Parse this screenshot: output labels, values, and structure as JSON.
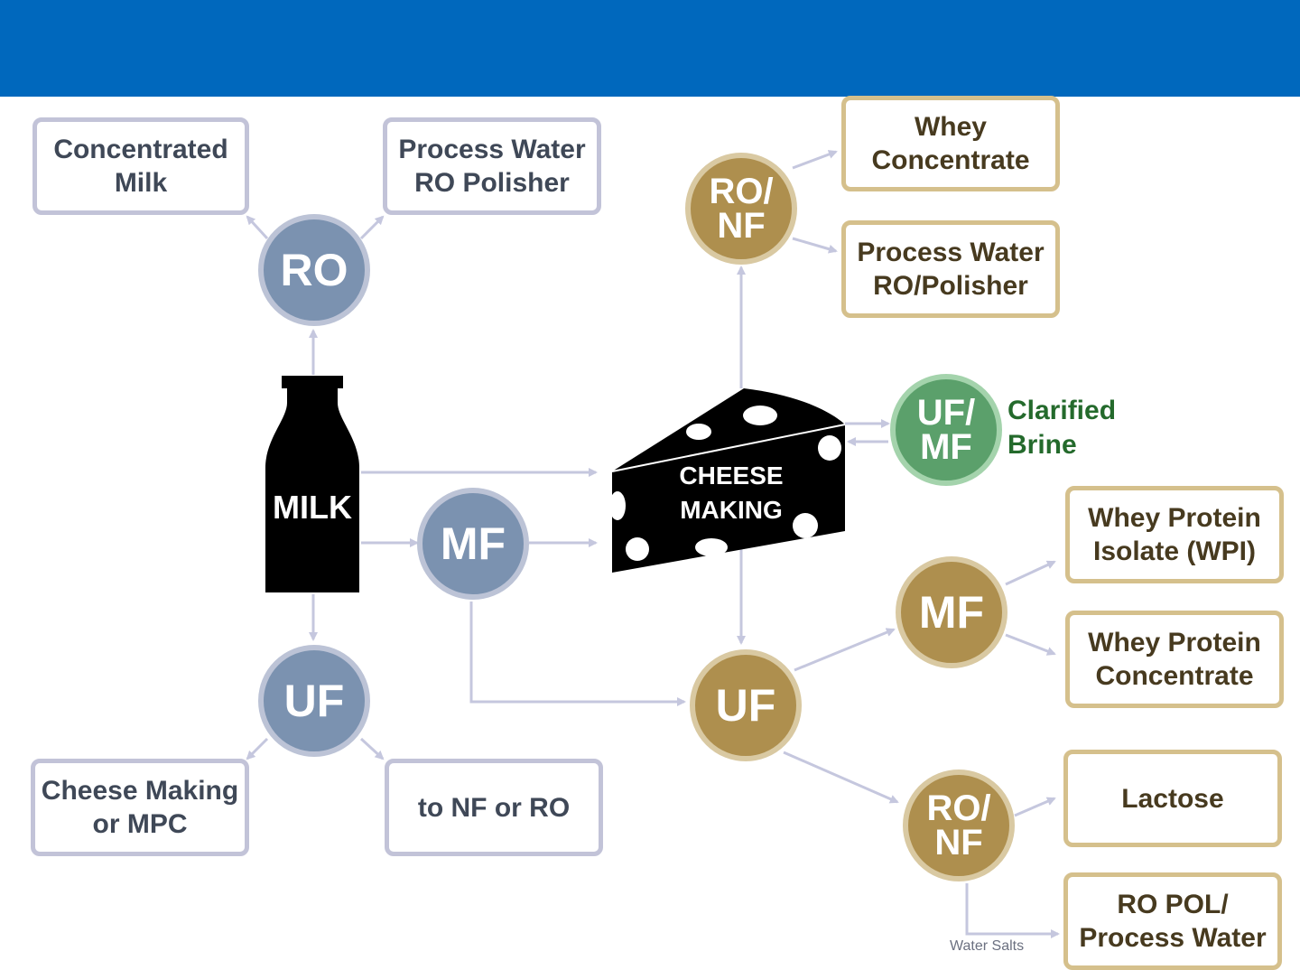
{
  "colors": {
    "banner": "#0068bd",
    "blue_node": "#7b92b0",
    "gold_node": "#ae8f4e",
    "green_node": "#5ba06b",
    "gray_box_border": "#c2c3d8",
    "gold_box_border": "#d5c08c",
    "connector": "#c5c7de"
  },
  "sources": {
    "milk": "MILK",
    "cheese_line1": "CHEESE",
    "cheese_line2": "MAKING"
  },
  "nodes": {
    "milk_ro": "RO",
    "milk_mf": "MF",
    "milk_uf": "UF",
    "whey_ronf_top_line1": "RO/",
    "whey_ronf_top_line2": "NF",
    "brine_ufmf_line1": "UF/",
    "brine_ufmf_line2": "MF",
    "whey_uf": "UF",
    "whey_mf": "MF",
    "whey_ronf_bottom_line1": "RO/",
    "whey_ronf_bottom_line2": "NF"
  },
  "products": {
    "concentrated_milk": [
      "Concentrated",
      "Milk"
    ],
    "process_water_ro_polisher": [
      "Process Water",
      "RO Polisher"
    ],
    "whey_concentrate": [
      "Whey",
      "Concentrate"
    ],
    "process_water_ro_polisher_whey": [
      "Process Water",
      "RO/Polisher"
    ],
    "clarified_brine": [
      "Clarified",
      "Brine"
    ],
    "wpi": [
      "Whey Protein",
      "Isolate (WPI)"
    ],
    "wpc": [
      "Whey Protein",
      "Concentrate"
    ],
    "lactose": "Lactose",
    "ro_pol_process_water": [
      "RO POL/",
      "Process Water"
    ],
    "cheese_making_or_mpc": [
      "Cheese Making",
      "or MPC"
    ],
    "to_nf_or_ro": "to NF or RO"
  },
  "labels": {
    "water_salts": "Water Salts"
  }
}
